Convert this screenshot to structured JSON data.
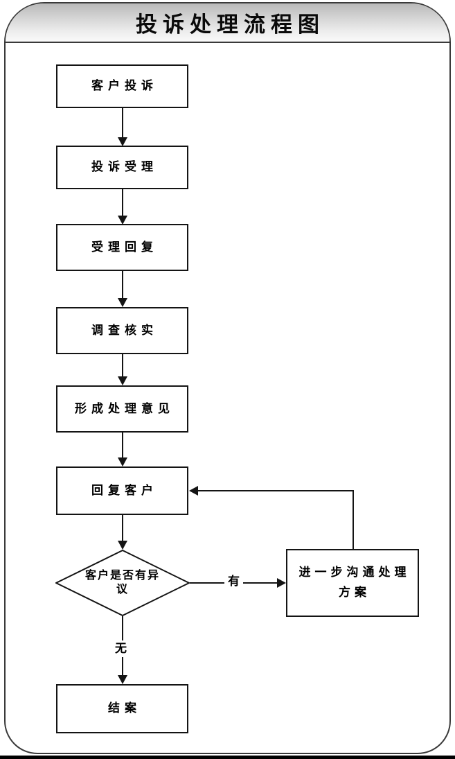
{
  "title": "投诉处理流程图",
  "flow": {
    "nodes": [
      {
        "id": "customer-complaint",
        "type": "process",
        "label": "客户投诉"
      },
      {
        "id": "complaint-accept",
        "type": "process",
        "label": "投诉受理"
      },
      {
        "id": "accept-reply",
        "type": "process",
        "label": "受理回复"
      },
      {
        "id": "investigate-verify",
        "type": "process",
        "label": "调查核实"
      },
      {
        "id": "form-opinion",
        "type": "process",
        "label": "形成处理意见"
      },
      {
        "id": "reply-customer",
        "type": "process",
        "label": "回复客户"
      },
      {
        "id": "objection-decision",
        "type": "decision",
        "label": "客户是否有异议"
      },
      {
        "id": "further-communicate",
        "type": "process",
        "label": "进一步沟通处理方案"
      },
      {
        "id": "close-case",
        "type": "process",
        "label": "结案"
      }
    ],
    "edge_labels": {
      "yes": "有",
      "no": "无"
    }
  },
  "colors": {
    "background": "#ffffff",
    "text": "#000000",
    "node_border": "#141414",
    "frame_border": "#3a3a3a",
    "header_gradient_top": "#b9b9b9",
    "header_gradient_bottom": "#fafafa"
  }
}
